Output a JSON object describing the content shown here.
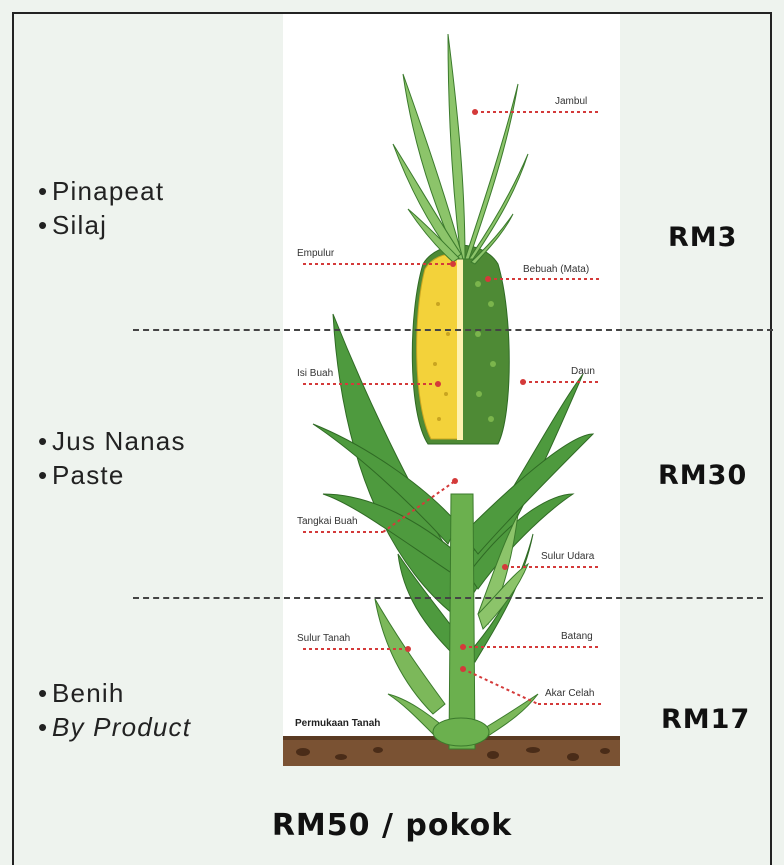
{
  "left_lists": {
    "top": [
      "Pinapeat",
      "Silaj"
    ],
    "middle": [
      "Jus Nanas",
      "Paste"
    ],
    "bottom": [
      "Benih",
      "By Product"
    ]
  },
  "prices": {
    "top": "RM3",
    "middle": "RM30",
    "bottom": "RM17"
  },
  "total": "RM50 / pokok",
  "plant_labels": {
    "jambul": "Jambul",
    "empulur": "Empulur",
    "bebuah": "Bebuah (Mata)",
    "isi_buah": "Isi Buah",
    "daun": "Daun",
    "tangkai_buah": "Tangkai Buah",
    "sulur_udara": "Sulur Udara",
    "sulur_tanah": "Sulur Tanah",
    "batang": "Batang",
    "akar_celah": "Akar Celah",
    "permukaan_tanah": "Permukaan Tanah"
  },
  "colors": {
    "leader_line": "#d43a3a",
    "leaf_green": "#4e9a3e",
    "fruit_yellow": "#f3d23a",
    "soil": "#7a5233"
  }
}
